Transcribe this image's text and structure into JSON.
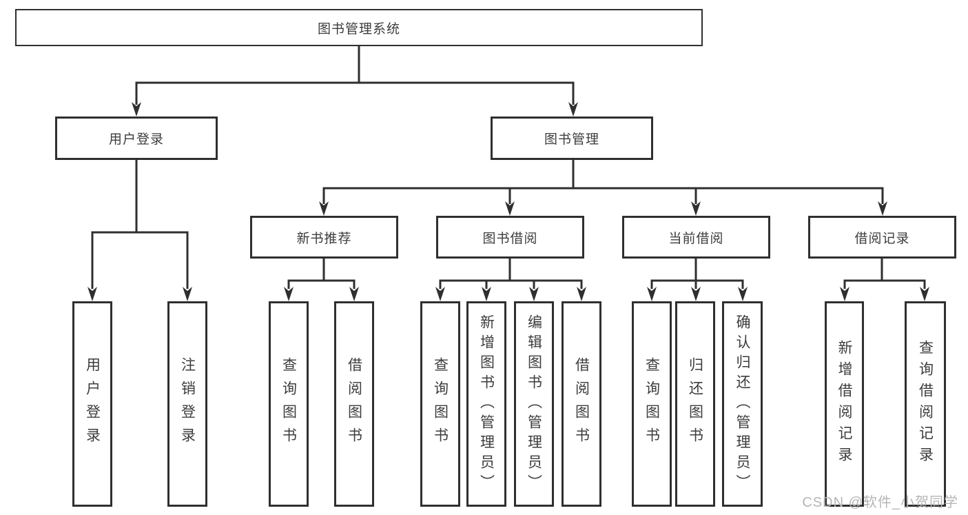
{
  "diagram": {
    "root": {
      "label": "图书管理系统"
    },
    "branches": [
      {
        "label": "用户登录",
        "children": [
          {
            "label": "用户登录"
          },
          {
            "label": "注销登录"
          }
        ]
      },
      {
        "label": "图书管理",
        "children": [
          {
            "label": "新书推荐",
            "children": [
              {
                "label": "查询图书"
              },
              {
                "label": "借阅图书"
              }
            ]
          },
          {
            "label": "图书借阅",
            "children": [
              {
                "label": "查询图书"
              },
              {
                "label": "新增图书（管理员）"
              },
              {
                "label": "编辑图书（管理员）"
              },
              {
                "label": "借阅图书"
              }
            ]
          },
          {
            "label": "当前借阅",
            "children": [
              {
                "label": "查询图书"
              },
              {
                "label": "归还图书"
              },
              {
                "label": "确认归还（管理员）"
              }
            ]
          },
          {
            "label": "借阅记录",
            "children": [
              {
                "label": "新增借阅记录"
              },
              {
                "label": "查询借阅记录"
              }
            ]
          }
        ]
      }
    ]
  },
  "watermark": "CSDN @软件_小贺同学",
  "colors": {
    "line": "#2f2f2f",
    "box_border": "#2f2f2f",
    "text": "#3c3c3c",
    "watermark": "#b5b5b5",
    "background": "#ffffff"
  }
}
